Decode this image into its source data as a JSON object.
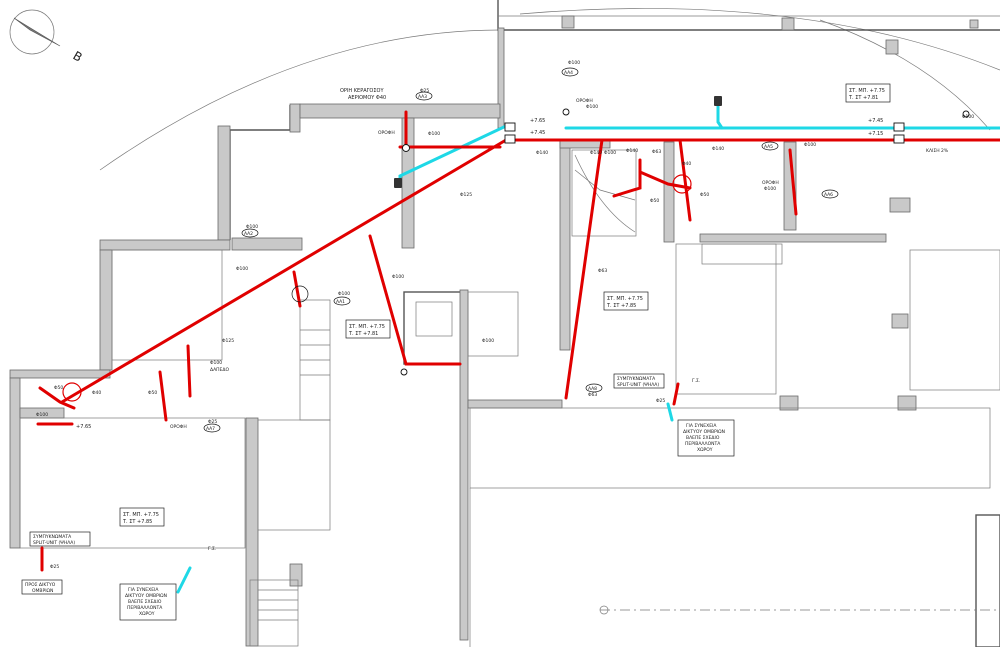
{
  "north_arrow_label": "Β",
  "rounded_corner_note": [
    "ΟΡΙΗ ΚΕΡΑΓΟΣΟΥ",
    "ΑΕΡΙΟΜΟΥ Φ40"
  ],
  "level_boxes": [
    {
      "line1": "ΣΤ. ΜΠ. +7.75",
      "line2": "Τ. ΣΤ    +7.81"
    },
    {
      "line1": "ΣΤ. ΜΠ. +7.75",
      "line2": "Τ. ΣΤ    +7.81"
    },
    {
      "line1": "ΣΤ. ΜΠ. +7.75",
      "line2": "Τ. ΣΤ    +7.85"
    },
    {
      "line1": "ΣΤ. ΜΠ. +7.75",
      "line2": "Τ. ΣΤ    +7.85"
    }
  ],
  "elevations": [
    "+7.65",
    "+7.45",
    "+7.45",
    "+7.15",
    "+7.65"
  ],
  "pipe_labels": {
    "p100": "Φ100",
    "p125": "Φ125",
    "p140": "Φ140",
    "p63": "Φ63",
    "p50": "Φ50",
    "p40": "Φ40",
    "p25": "Φ25"
  },
  "roof_label": "ΟΡΟΦΗ",
  "basement_label": "ΔΑΠΕΔΟ",
  "riser_tags": [
    "ΑΑ1",
    "ΑΑ2",
    "ΑΑ3",
    "ΑΑ4",
    "ΑΑ5",
    "ΑΑ6",
    "ΑΑ7",
    "ΑΑ8"
  ],
  "condensate_labels": [
    [
      "ΣΥΜΠΥΚΝΩΜΑΤΑ",
      "SPLIT-UNIT (ΨΗΛΑ)"
    ],
    [
      "ΣΥΜΠΥΚΝΩΜΑΤΑ",
      "SPLIT-UNIT (ΨΗΛΑ)"
    ]
  ],
  "continuation_notes": [
    [
      "ΓΙΑ ΣΥΝΕΧΕΙΑ",
      "ΔΙΚΤΥΟΥ ΟΜΒΡΙΩΝ",
      "ΒΛΕΠΕ ΣΧΕΔΙΟ",
      "ΠΕΡΙΒΑΛΛΟΝΤΑ",
      "ΧΩΡΟΥ"
    ],
    [
      "ΓΙΑ ΣΥΝΕΧΕΙΑ",
      "ΔΙΚΤΥΟΥ ΟΜΒΡΙΩΝ",
      "ΒΛΕΠΕ ΣΧΕΔΙΟ",
      "ΠΕΡΙΒΑΛΛΟΝΤΑ",
      "ΧΩΡΟΥ"
    ]
  ],
  "storm_network_note": [
    "ΠΡΟΣ ΔΙΚΤΥΟ",
    "ΟΜΒΡΙΩΝ"
  ],
  "slope_label": "ΚΛΙΣΗ 2%",
  "ground_label": "Γ.Σ.",
  "colors": {
    "drain": "#e00000",
    "condensate": "#1ed8e6",
    "wall": "#c9c9c9"
  }
}
